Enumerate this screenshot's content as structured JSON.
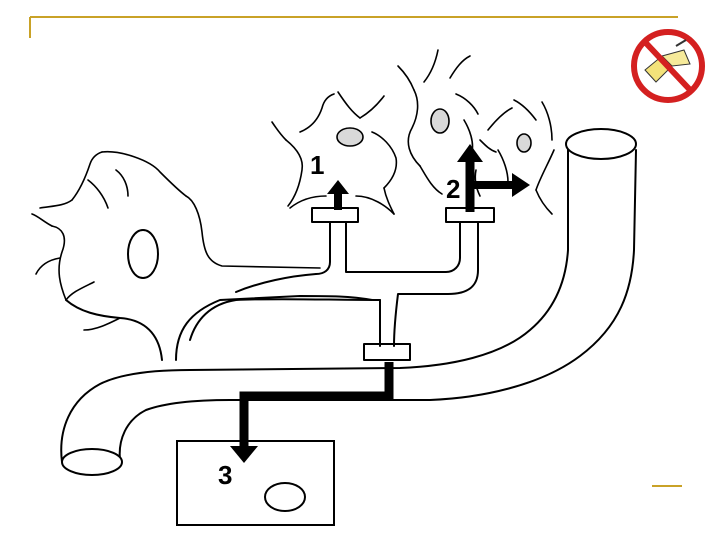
{
  "colors": {
    "frame_accent": "#c9a227",
    "no_sign_red": "#d42020",
    "book_yellow": "#f3e27a",
    "nucleus_fill": "#d9d9d9"
  },
  "icons": {
    "top_right": "no-reading-sign-icon"
  },
  "diagram": {
    "labels": {
      "one": "1",
      "two": "2",
      "three": "3"
    }
  }
}
